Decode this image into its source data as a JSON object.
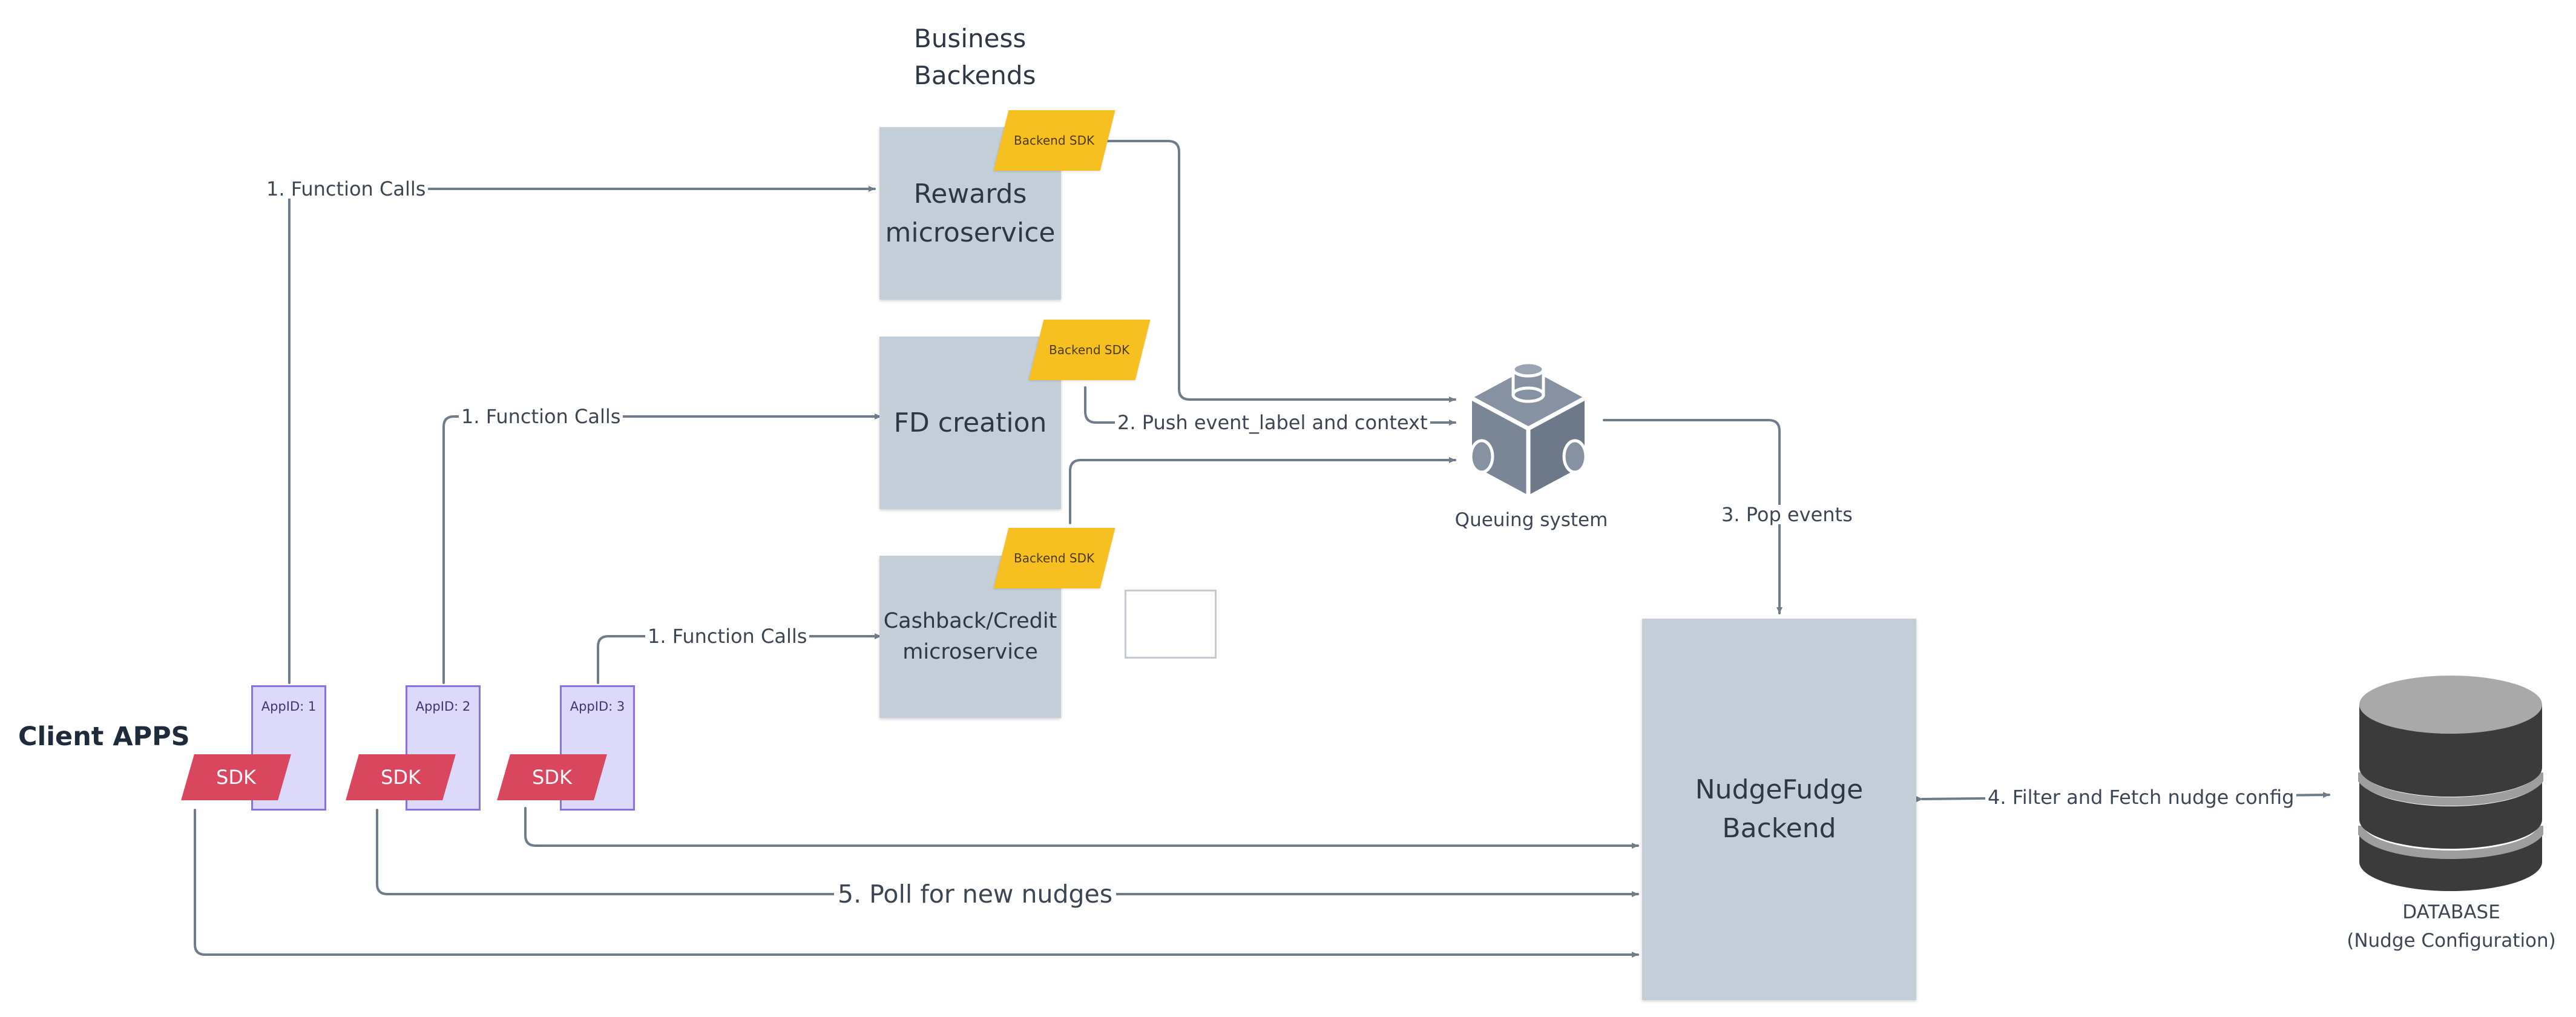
{
  "diagram": {
    "business_backends_title": "Business\nBackends",
    "client_apps_title": "Client APPS",
    "services": {
      "rewards": "Rewards\nmicroservice",
      "fd": "FD creation",
      "cashback": "Cashback/Credit\nmicroservice",
      "nudgefudge": "NudgeFudge\nBackend"
    },
    "backend_sdk_label": "Backend SDK",
    "apps": [
      {
        "id_label": "AppID: 1",
        "sdk_label": "SDK"
      },
      {
        "id_label": "AppID: 2",
        "sdk_label": "SDK"
      },
      {
        "id_label": "AppID: 3",
        "sdk_label": "SDK"
      }
    ],
    "queue_label": "Queuing system",
    "database_label": "DATABASE\n(Nudge Configuration)",
    "edge_labels": {
      "function_calls_1": "1. Function Calls",
      "function_calls_2": "1. Function Calls",
      "function_calls_3": "1. Function Calls",
      "push_events": "2. Push event_label and context",
      "pop_events": "3. Pop events",
      "filter_fetch": "4. Filter and Fetch nudge config",
      "poll": "5. Poll for new nudges"
    },
    "colors": {
      "service_fill": "#c3ced8",
      "backend_sdk": "#f7c021",
      "client_sdk": "#d9475f",
      "app_fill": "#ddd9fb",
      "app_border": "#8a72e6",
      "connector": "#6f7c8b",
      "queue_icon": "#7d8997",
      "database": "#3e3e3e"
    },
    "icons": [
      "queue-cube-icon",
      "database-cylinder-icon"
    ]
  }
}
